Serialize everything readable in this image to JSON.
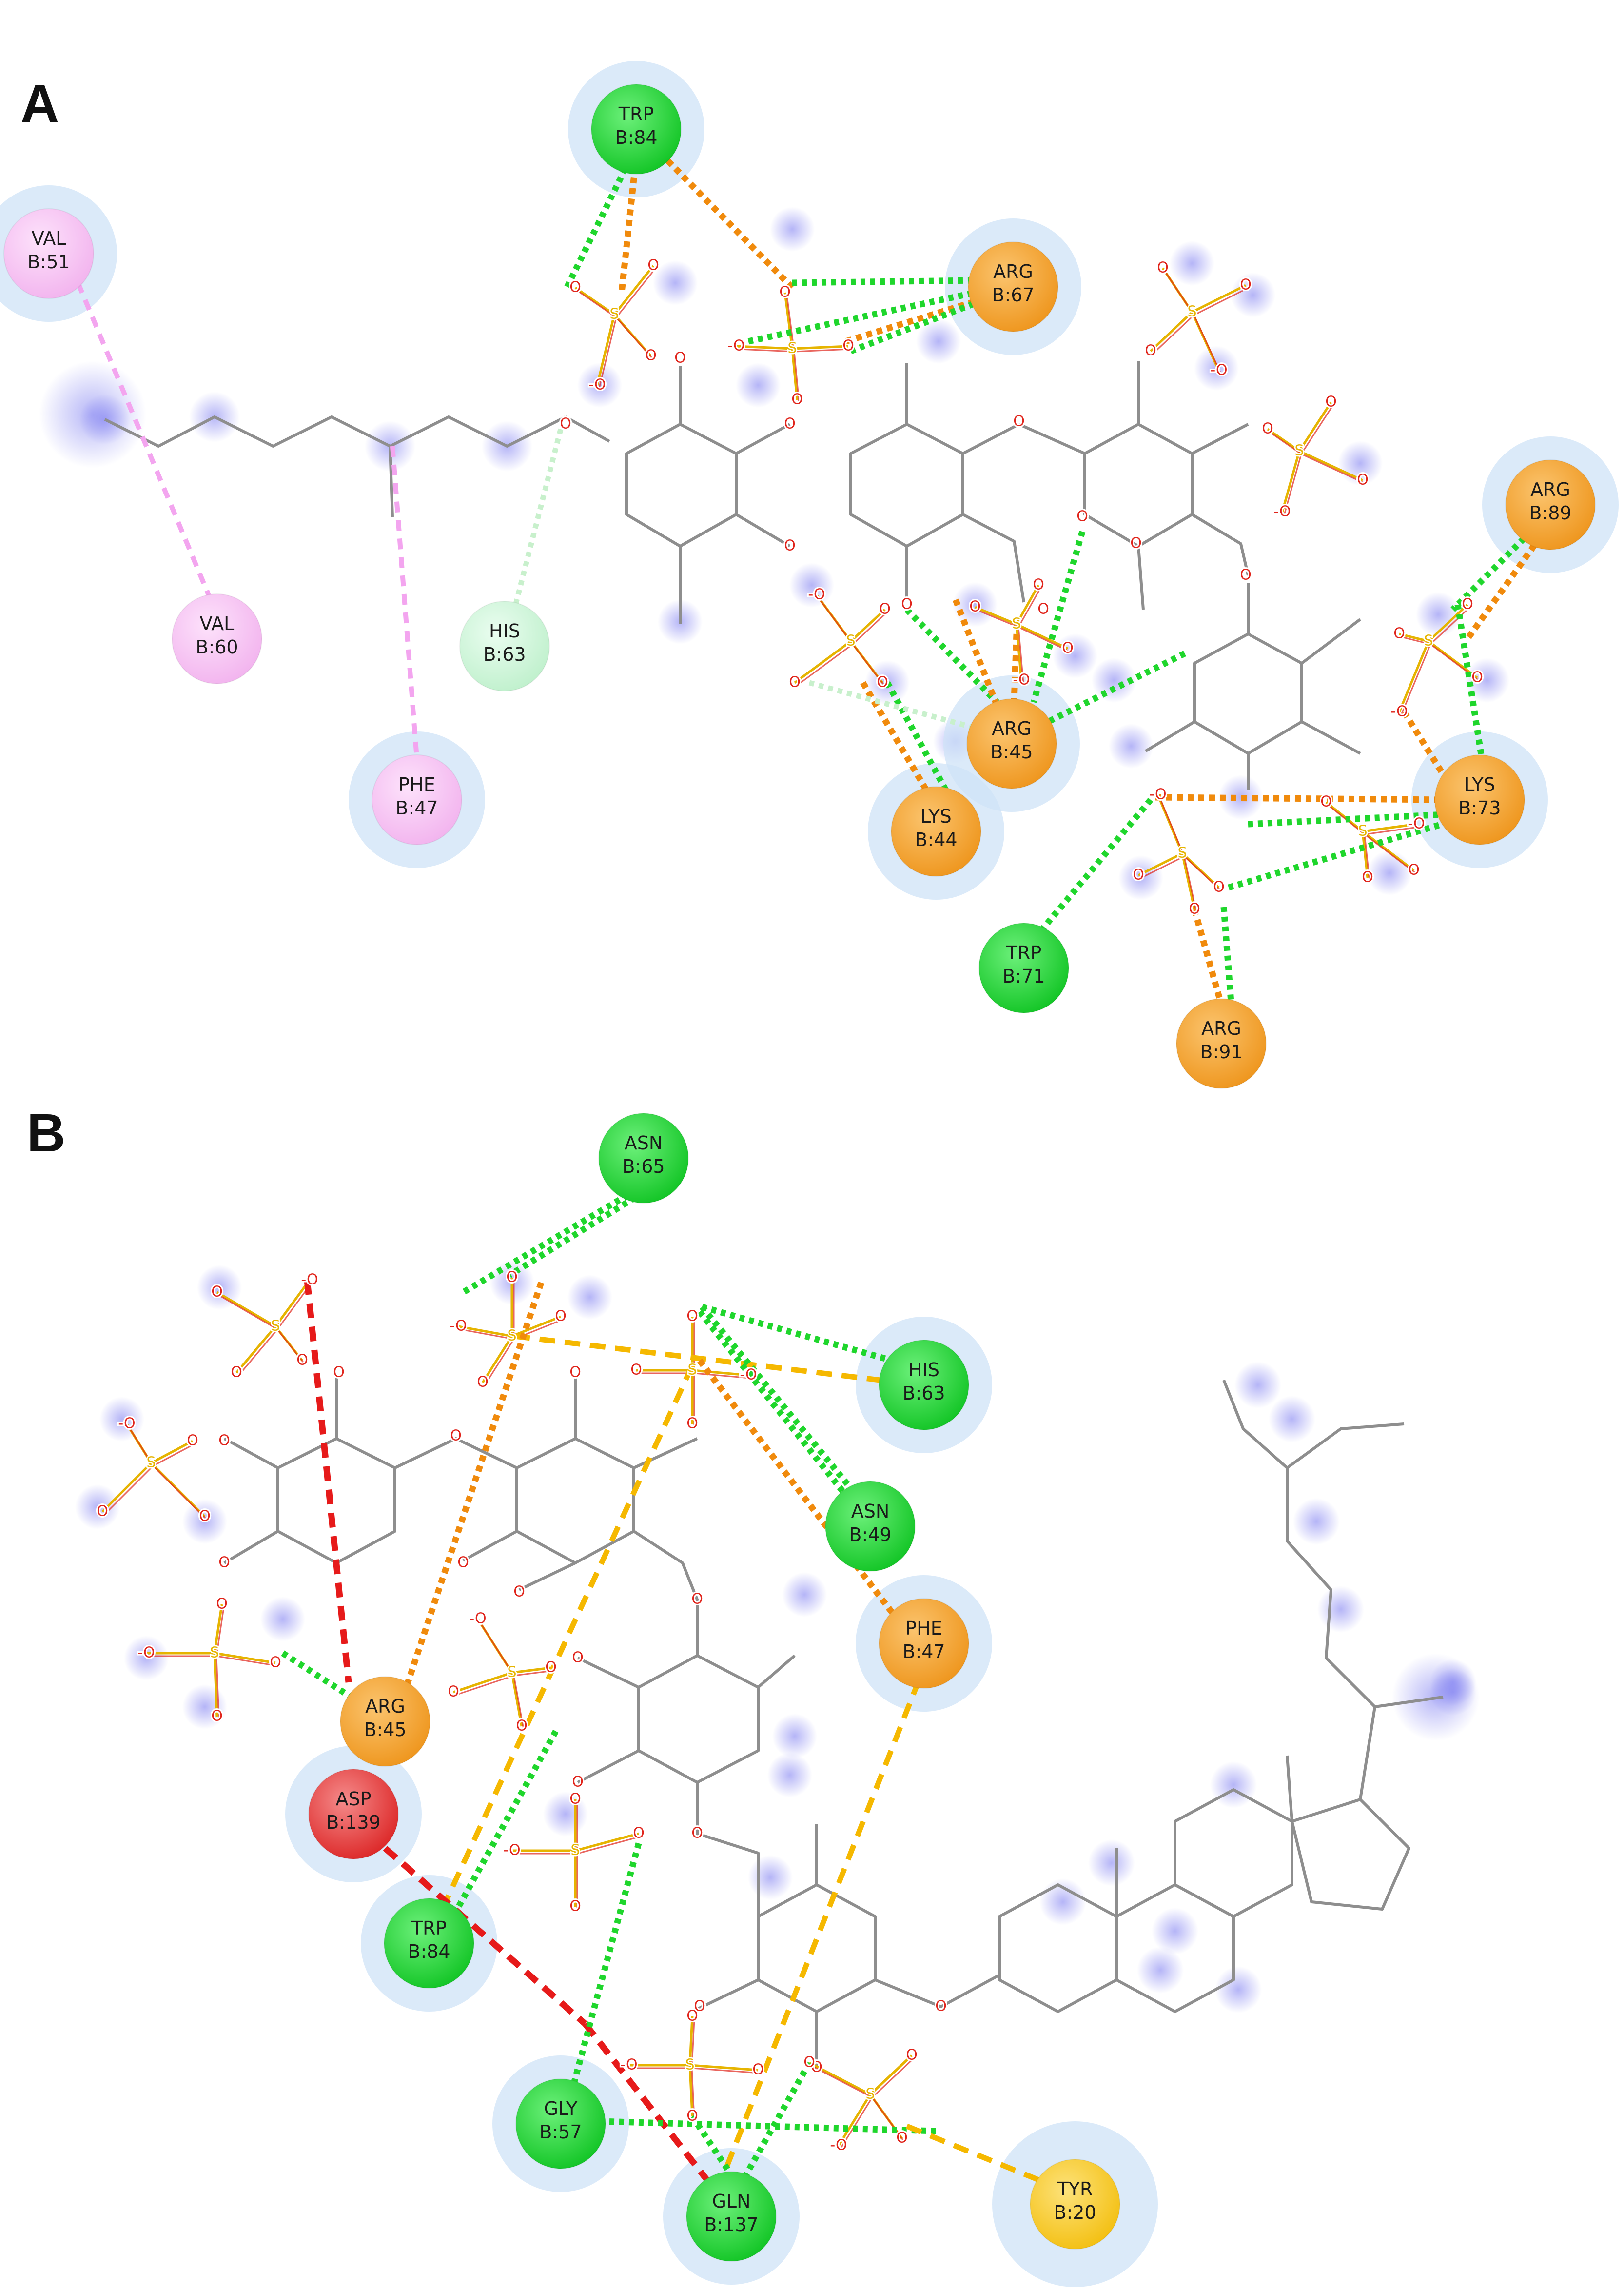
{
  "panels": [
    {
      "label": "A",
      "residues": [
        {
          "id": "trp84",
          "name": "TRP",
          "chain_pos": "B:84",
          "kind": "green"
        },
        {
          "id": "val51",
          "name": "VAL",
          "chain_pos": "B:51",
          "kind": "pink"
        },
        {
          "id": "val60",
          "name": "VAL",
          "chain_pos": "B:60",
          "kind": "pink"
        },
        {
          "id": "his63",
          "name": "HIS",
          "chain_pos": "B:63",
          "kind": "palegreen"
        },
        {
          "id": "phe47",
          "name": "PHE",
          "chain_pos": "B:47",
          "kind": "pink"
        },
        {
          "id": "arg67",
          "name": "ARG",
          "chain_pos": "B:67",
          "kind": "orange"
        },
        {
          "id": "arg89",
          "name": "ARG",
          "chain_pos": "B:89",
          "kind": "orange"
        },
        {
          "id": "arg45",
          "name": "ARG",
          "chain_pos": "B:45",
          "kind": "orange"
        },
        {
          "id": "lys44",
          "name": "LYS",
          "chain_pos": "B:44",
          "kind": "orange"
        },
        {
          "id": "lys73",
          "name": "LYS",
          "chain_pos": "B:73",
          "kind": "orange"
        },
        {
          "id": "trp71",
          "name": "TRP",
          "chain_pos": "B:71",
          "kind": "green"
        },
        {
          "id": "arg91",
          "name": "ARG",
          "chain_pos": "B:91",
          "kind": "orange"
        }
      ]
    },
    {
      "label": "B",
      "residues": [
        {
          "id": "asn65",
          "name": "ASN",
          "chain_pos": "B:65",
          "kind": "green"
        },
        {
          "id": "his63",
          "name": "HIS",
          "chain_pos": "B:63",
          "kind": "green"
        },
        {
          "id": "asn49",
          "name": "ASN",
          "chain_pos": "B:49",
          "kind": "green"
        },
        {
          "id": "phe47",
          "name": "PHE",
          "chain_pos": "B:47",
          "kind": "orange"
        },
        {
          "id": "arg45",
          "name": "ARG",
          "chain_pos": "B:45",
          "kind": "orange"
        },
        {
          "id": "asp139",
          "name": "ASP",
          "chain_pos": "B:139",
          "kind": "red"
        },
        {
          "id": "trp84",
          "name": "TRP",
          "chain_pos": "B:84",
          "kind": "green"
        },
        {
          "id": "gly57",
          "name": "GLY",
          "chain_pos": "B:57",
          "kind": "green"
        },
        {
          "id": "gln137",
          "name": "GLN",
          "chain_pos": "B:137",
          "kind": "green"
        },
        {
          "id": "tyr20",
          "name": "TYR",
          "chain_pos": "B:20",
          "kind": "yellow"
        }
      ]
    }
  ],
  "atom_labels": {
    "oxygen": "O",
    "oxygen_anion": "-O",
    "sulfur": "S"
  },
  "colors": {
    "green": "#15d12b",
    "orange": "#f4a02a",
    "pink": "#f4bdf0",
    "palegreen": "#c9f5d4",
    "red": "#e23434",
    "yellow": "#f6c81c",
    "bond": "#8e8e8e",
    "oxygen": "#e0241b",
    "sulfur": "#e6b400",
    "hbond": "#1fd62c",
    "electrostatic": "#f08a0c",
    "alkyl": "#f3a5ef",
    "attractive": "#e61a1a",
    "pi": "#f5b800",
    "halo": "#cfe3f7",
    "glow": "#8f8ff0"
  }
}
